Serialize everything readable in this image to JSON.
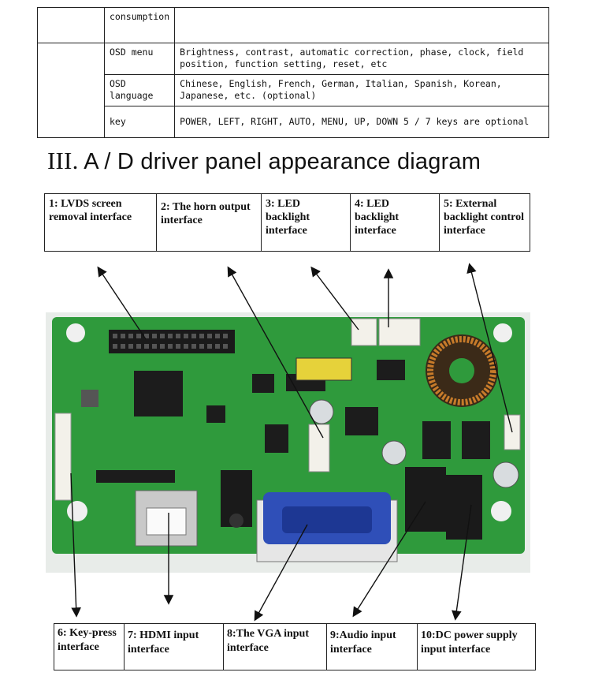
{
  "spec_table": {
    "rows": [
      {
        "label": "consumption",
        "value": ""
      },
      {
        "label": "OSD menu",
        "value": "Brightness, contrast, automatic correction, phase, clock, field position, function setting, reset, etc"
      },
      {
        "label": "OSD language",
        "value": "Chinese, English, French, German, Italian, Spanish, Korean, Japanese, etc. (optional)"
      },
      {
        "label": "key",
        "value": "POWER, LEFT, RIGHT, AUTO, MENU, UP, DOWN 5 / 7 keys are optional"
      }
    ]
  },
  "section": {
    "roman": "III.",
    "title": "A / D driver panel appearance diagram"
  },
  "labels_top": [
    "1: LVDS screen removal interface",
    "2: The horn output interface",
    "3: LED backlight interface",
    "4: LED backlight interface",
    "5: External backlight control interface"
  ],
  "labels_bottom": [
    "6: Key-press interface",
    "7: HDMI input interface",
    "8:The VGA input interface",
    "9:Audio input interface",
    "10:DC power supply input interface"
  ],
  "colors": {
    "pcb": "#2f9a3c",
    "pcb_dark": "#1f7a2c",
    "vga_blue": "#2f4fb8",
    "connector_white": "#f3f1ea"
  }
}
